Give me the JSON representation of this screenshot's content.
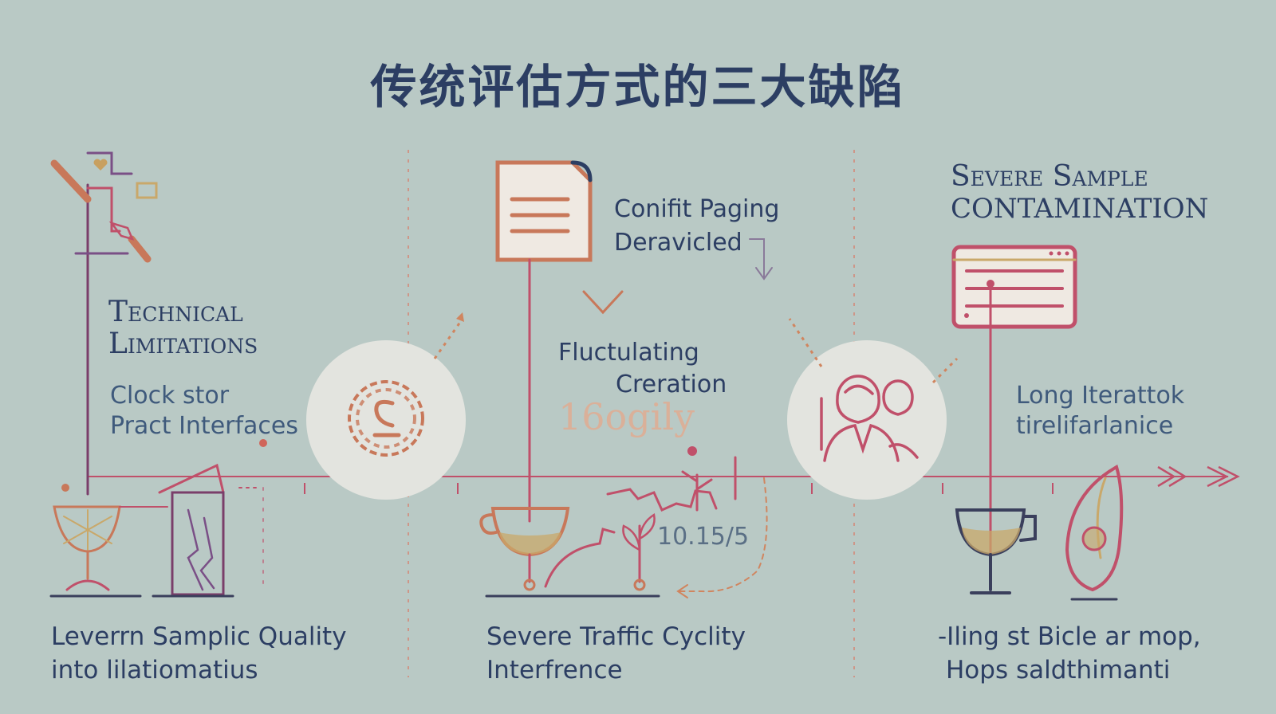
{
  "title": "传统评估方式的三大缺陷",
  "columns": [
    {
      "heading": [
        "Technical",
        "Limitations"
      ],
      "body": [
        "Clock stor",
        "Pract Interfaces"
      ],
      "footer": [
        "Leverrn Samplic Quality",
        "into lilatiomatius"
      ]
    },
    {
      "heading": [
        "Conifit Paging",
        "Deravicled"
      ],
      "body": [
        "Fluctulating",
        "Creration"
      ],
      "faded": "16ogily",
      "ratio": "10.15/5",
      "footer": [
        "Severe Traffic Cyclity",
        "Interfrence"
      ]
    },
    {
      "heading": [
        "Severe Sample",
        "CONTAMINATION"
      ],
      "body": [
        "Long Iterattok",
        "tirelifarlanice"
      ],
      "footer": [
        "-Iling st Bicle ar mop,",
        "Hops saldthimanti"
      ]
    }
  ],
  "colors": {
    "background": "#b9c9c5",
    "navy": "#2c3e63",
    "line_red": "#c0506a",
    "accent_orange": "#c8785a",
    "circle_fill": "#e3e4df",
    "purple": "#7a4f86",
    "gold": "#c9a86a"
  },
  "icons": [
    "tool-stand-icon",
    "document-icon",
    "browser-window-icon",
    "coin-ring-icon",
    "people-icon",
    "cup-icon",
    "wine-glass-icon",
    "chart-icon",
    "leaf-sprout-icon",
    "vase-icon"
  ]
}
